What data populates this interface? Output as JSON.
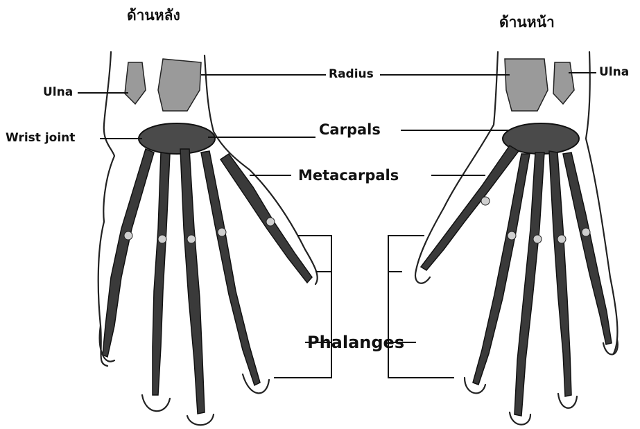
{
  "titles": {
    "back": "ด้านหลัง",
    "front": "ด้านหน้า"
  },
  "labels": {
    "ulna_left": "Ulna",
    "radius": "Radius",
    "ulna_right": "Ulna",
    "wrist_joint": "Wrist joint",
    "carpals": "Carpals",
    "metacarpals": "Metacarpals",
    "phalanges": "Phalanges"
  }
}
